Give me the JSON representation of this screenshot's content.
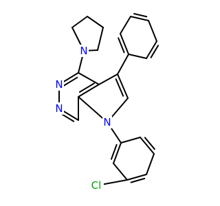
{
  "molecule": {
    "atoms": [
      {
        "id": "n_pyrrolidine",
        "symbol": "N",
        "color": "#0000ff"
      },
      {
        "id": "n_pyrimidine_1",
        "symbol": "N",
        "color": "#0000ff"
      },
      {
        "id": "n_pyrimidine_2",
        "symbol": "N",
        "color": "#0000ff"
      },
      {
        "id": "n_pyrrole",
        "symbol": "N",
        "color": "#0000ff"
      },
      {
        "id": "cl",
        "symbol": "Cl",
        "color": "#00a000"
      }
    ]
  }
}
